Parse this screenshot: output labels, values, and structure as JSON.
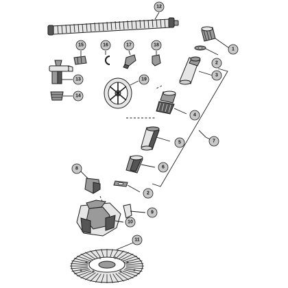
{
  "diagram": {
    "callouts": [
      "1",
      "2",
      "3",
      "4",
      "5",
      "6",
      "7",
      "8",
      "9",
      "10",
      "11",
      "12",
      "13",
      "14",
      "15",
      "16",
      "17",
      "18",
      "19",
      "2"
    ]
  }
}
